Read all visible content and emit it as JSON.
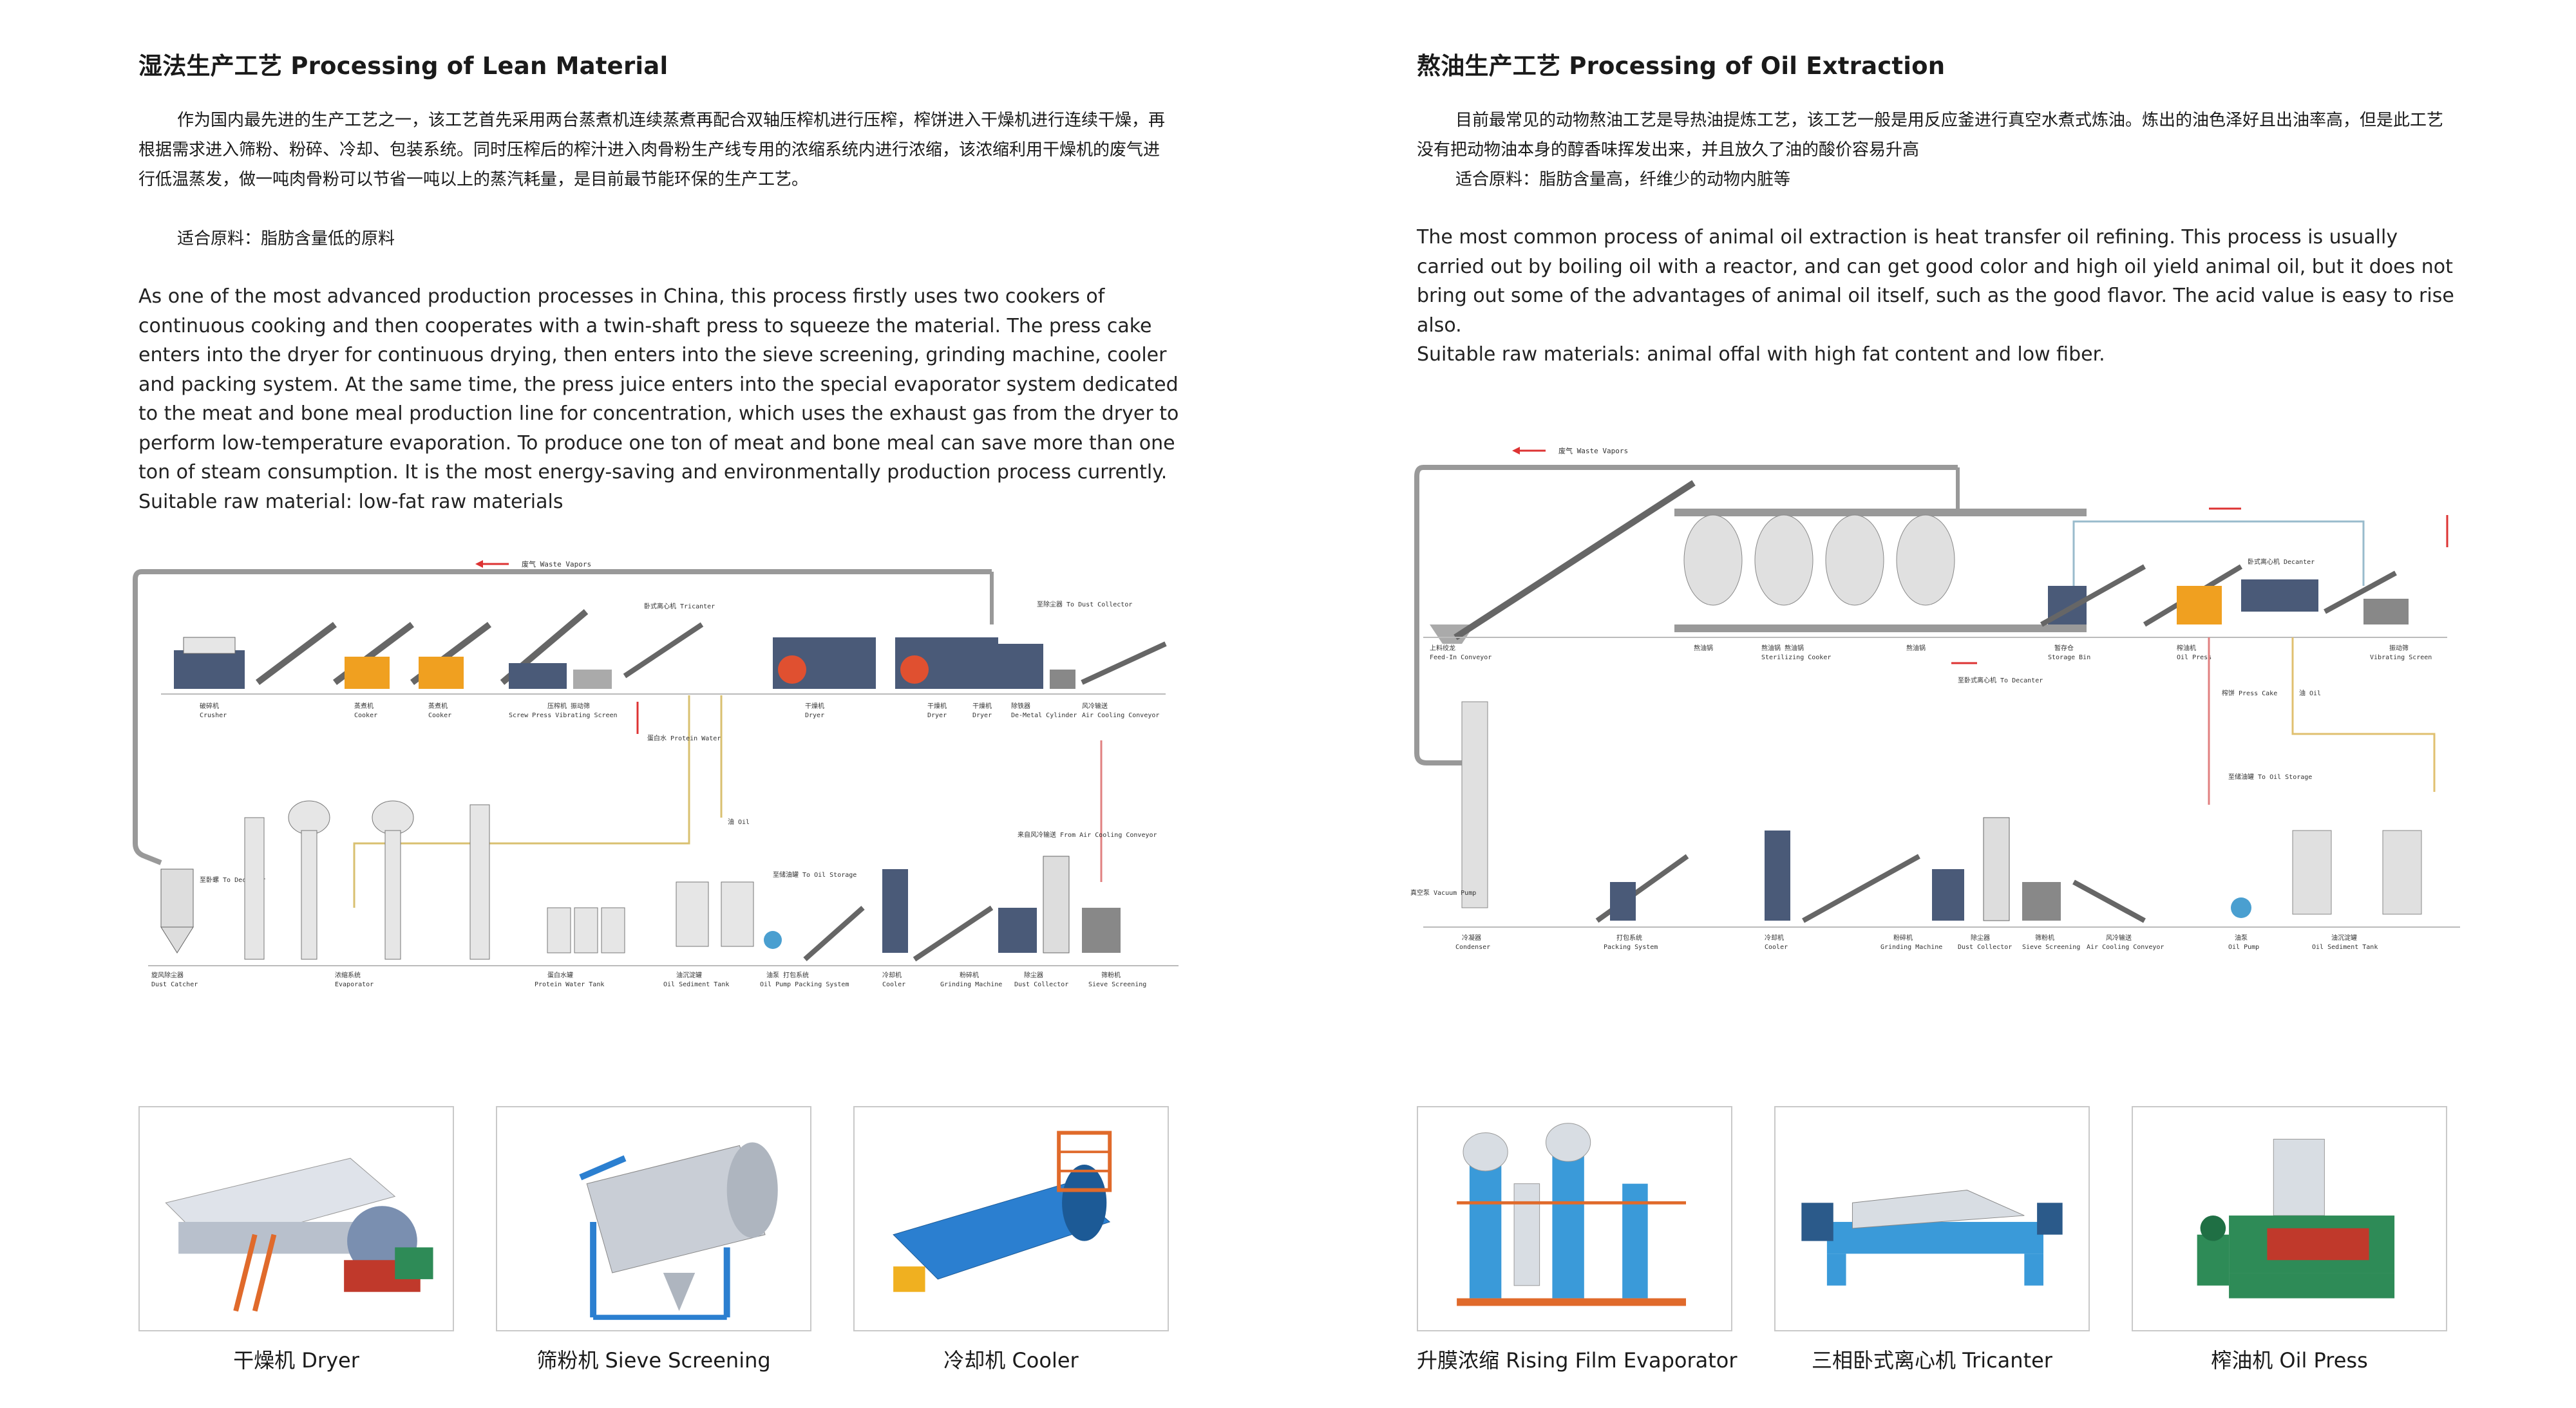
{
  "left": {
    "title": "湿法生产工艺 Processing of Lean Material",
    "cn_paragraph": "作为国内最先进的生产工艺之一，该工艺首先采用两台蒸煮机连续蒸煮再配合双轴压榨机进行压榨，榨饼进入干燥机进行连续干燥，再根据需求进入筛粉、粉碎、冷却、包装系统。同时压榨后的榨汁进入肉骨粉生产线专用的浓缩系统内进行浓缩，该浓缩利用干燥机的废气进行低温蒸发，做一吨肉骨粉可以节省一吨以上的蒸汽耗量，是目前最节能环保的生产工艺。",
    "cn_raw": "适合原料：脂肪含量低的原料",
    "en_paragraph": "As one of the most advanced production processes in China, this process firstly uses two cookers of continuous cooking and then cooperates with a twin-shaft press to squeeze the material. The press cake enters into the dryer for continuous drying, then enters into the sieve screening, grinding machine, cooler and packing system. At the same time, the press juice enters into the special evaporator system dedicated to the meat and bone meal production line for concentration, which uses the exhaust gas from the dryer to perform low-temperature evaporation. To produce one ton of meat and bone meal can save more than one ton of steam consumption. It is the most energy-saving and environmentally production process currently.",
    "en_raw": "Suitable raw material: low-fat raw materials",
    "diagram": {
      "waste_vapors": "废气 Waste Vapors",
      "top_labels": [
        {
          "cn": "破碎机",
          "en": "Crusher"
        },
        {
          "cn": "蒸煮机",
          "en": "Cooker"
        },
        {
          "cn": "蒸煮机",
          "en": "Cooker"
        },
        {
          "cn": "压榨机 振动筛",
          "en": "Screw Press Vibrating Screen"
        },
        {
          "cn": "干燥机",
          "en": "Dryer"
        },
        {
          "cn": "干燥机",
          "en": "Dryer"
        },
        {
          "cn": "干燥机",
          "en": "Dryer"
        },
        {
          "cn": "除铁器",
          "en": "De-Metal Cylinder"
        },
        {
          "cn": "风冷输送",
          "en": "Air Cooling Conveyor"
        }
      ],
      "tricanter": "卧式离心机 Tricanter",
      "to_dust_collector": "至除尘器 To Dust Collector",
      "protein_water": "蛋白水 Protein Water",
      "oil": "油 Oil",
      "to_oil_storage": "至储油罐 To Oil Storage",
      "to_decanter": "至卧螺 To Decanter",
      "from_air_cooling": "来自风冷输送 From Air Cooling Conveyor",
      "bottom_labels": [
        {
          "cn": "旋风除尘器",
          "en": "Dust Catcher"
        },
        {
          "cn": "浓缩系统",
          "en": "Evaporator"
        },
        {
          "cn": "蛋白水罐",
          "en": "Protein Water Tank"
        },
        {
          "cn": "油沉淀罐",
          "en": "Oil Sediment Tank"
        },
        {
          "cn": "油泵 打包系统",
          "en": "Oil Pump Packing System"
        },
        {
          "cn": "冷却机",
          "en": "Cooler"
        },
        {
          "cn": "粉碎机",
          "en": "Grinding Machine"
        },
        {
          "cn": "除尘器",
          "en": "Dust Collector"
        },
        {
          "cn": "筛粉机",
          "en": "Sieve Screening"
        }
      ]
    },
    "photos": [
      {
        "caption": "干燥机 Dryer",
        "icon": "dryer-machine"
      },
      {
        "caption": "筛粉机 Sieve Screening",
        "icon": "sieve-machine"
      },
      {
        "caption": "冷却机 Cooler",
        "icon": "cooler-machine"
      }
    ]
  },
  "right": {
    "title": "熬油生产工艺 Processing of Oil Extraction",
    "cn_paragraph": "目前最常见的动物熬油工艺是导热油提炼工艺，该工艺一般是用反应釜进行真空水煮式炼油。炼出的油色泽好且出油率高，但是此工艺没有把动物油本身的醇香味挥发出来，并且放久了油的酸价容易升高",
    "cn_raw": "适合原料：脂肪含量高，纤维少的动物内脏等",
    "en_paragraph": "The most common process of animal oil extraction is heat transfer oil refining. This process is usually carried out by boiling oil with a reactor, and can get good color and high oil yield animal oil, but it does not bring out some of the advantages of animal oil itself, such as the good flavor. The acid value is easy to rise also.",
    "en_raw": "Suitable raw materials: animal offal with high fat content and low fiber.",
    "diagram": {
      "waste_vapors": "废气 Waste Vapors",
      "feed_in": {
        "cn": "上料绞龙",
        "en": "Feed-In Conveyor"
      },
      "mid_labels": [
        {
          "cn": "熬油锅",
          "en": ""
        },
        {
          "cn": "熬油锅 熬油锅",
          "en": "Sterilizing Cooker"
        },
        {
          "cn": "熬油锅",
          "en": ""
        },
        {
          "cn": "暂存仓",
          "en": "Storage Bin"
        },
        {
          "cn": "榨油机",
          "en": "Oil Press"
        },
        {
          "cn": "振动筛",
          "en": "Vibrating Screen"
        }
      ],
      "decanter": "卧式离心机 Decanter",
      "to_decanter": "至卧式离心机 To Decanter",
      "press_cake": "榨饼 Press Cake",
      "oil": "油 Oil",
      "to_oil_storage": "至储油罐 To Oil Storage",
      "vacuum_pump": "真空泵 Vacuum Pump",
      "bottom_labels": [
        {
          "cn": "冷凝器",
          "en": "Condenser"
        },
        {
          "cn": "打包系统",
          "en": "Packing System"
        },
        {
          "cn": "冷却机",
          "en": "Cooler"
        },
        {
          "cn": "粉碎机",
          "en": "Grinding Machine"
        },
        {
          "cn": "除尘器",
          "en": "Dust Collector"
        },
        {
          "cn": "筛粉机",
          "en": "Sieve Screening"
        },
        {
          "cn": "风冷输送",
          "en": "Air Cooling Conveyor"
        },
        {
          "cn": "油泵",
          "en": "Oil Pump"
        },
        {
          "cn": "油沉淀罐",
          "en": "Oil Sediment Tank"
        }
      ]
    },
    "photos": [
      {
        "caption": "升膜浓缩 Rising Film Evaporator",
        "icon": "evaporator-machine"
      },
      {
        "caption": "三相卧式离心机 Tricanter",
        "icon": "tricanter-machine"
      },
      {
        "caption": "榨油机 Oil Press",
        "icon": "oil-press-machine"
      }
    ]
  }
}
